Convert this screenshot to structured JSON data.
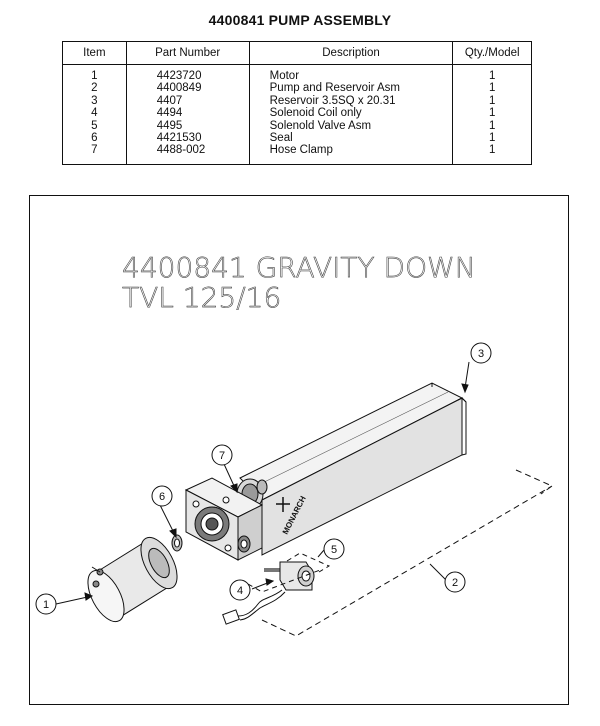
{
  "title": "4400841 PUMP ASSEMBLY",
  "table": {
    "headers": [
      "Item",
      "Part Number",
      "Description",
      "Qty./Model"
    ],
    "rows": [
      {
        "item": "1",
        "part": "4423720",
        "desc": "Motor",
        "qty": "1"
      },
      {
        "item": "2",
        "part": "4400849",
        "desc": "Pump and Reservoir Asm",
        "qty": "1"
      },
      {
        "item": "3",
        "part": "4407",
        "desc": "Reservoir 3.5SQ x 20.31",
        "qty": "1"
      },
      {
        "item": "4",
        "part": "4494",
        "desc": "Solenoid Coil only",
        "qty": "1"
      },
      {
        "item": "5",
        "part": "4495",
        "desc": "Solenold Valve Asm",
        "qty": "1"
      },
      {
        "item": "6",
        "part": "4421530",
        "desc": "Seal",
        "qty": "1"
      },
      {
        "item": "7",
        "part": "4488-002",
        "desc": "Hose Clamp",
        "qty": "1"
      }
    ]
  },
  "drawing": {
    "heading_line1": "4400841  GRAVITY  DOWN",
    "heading_line2": "TVL  125/16",
    "brand": "MONARCH",
    "callouts": {
      "c1": "1",
      "c2": "2",
      "c3": "3",
      "c4": "4",
      "c5": "5",
      "c6": "6",
      "c7": "7"
    }
  }
}
